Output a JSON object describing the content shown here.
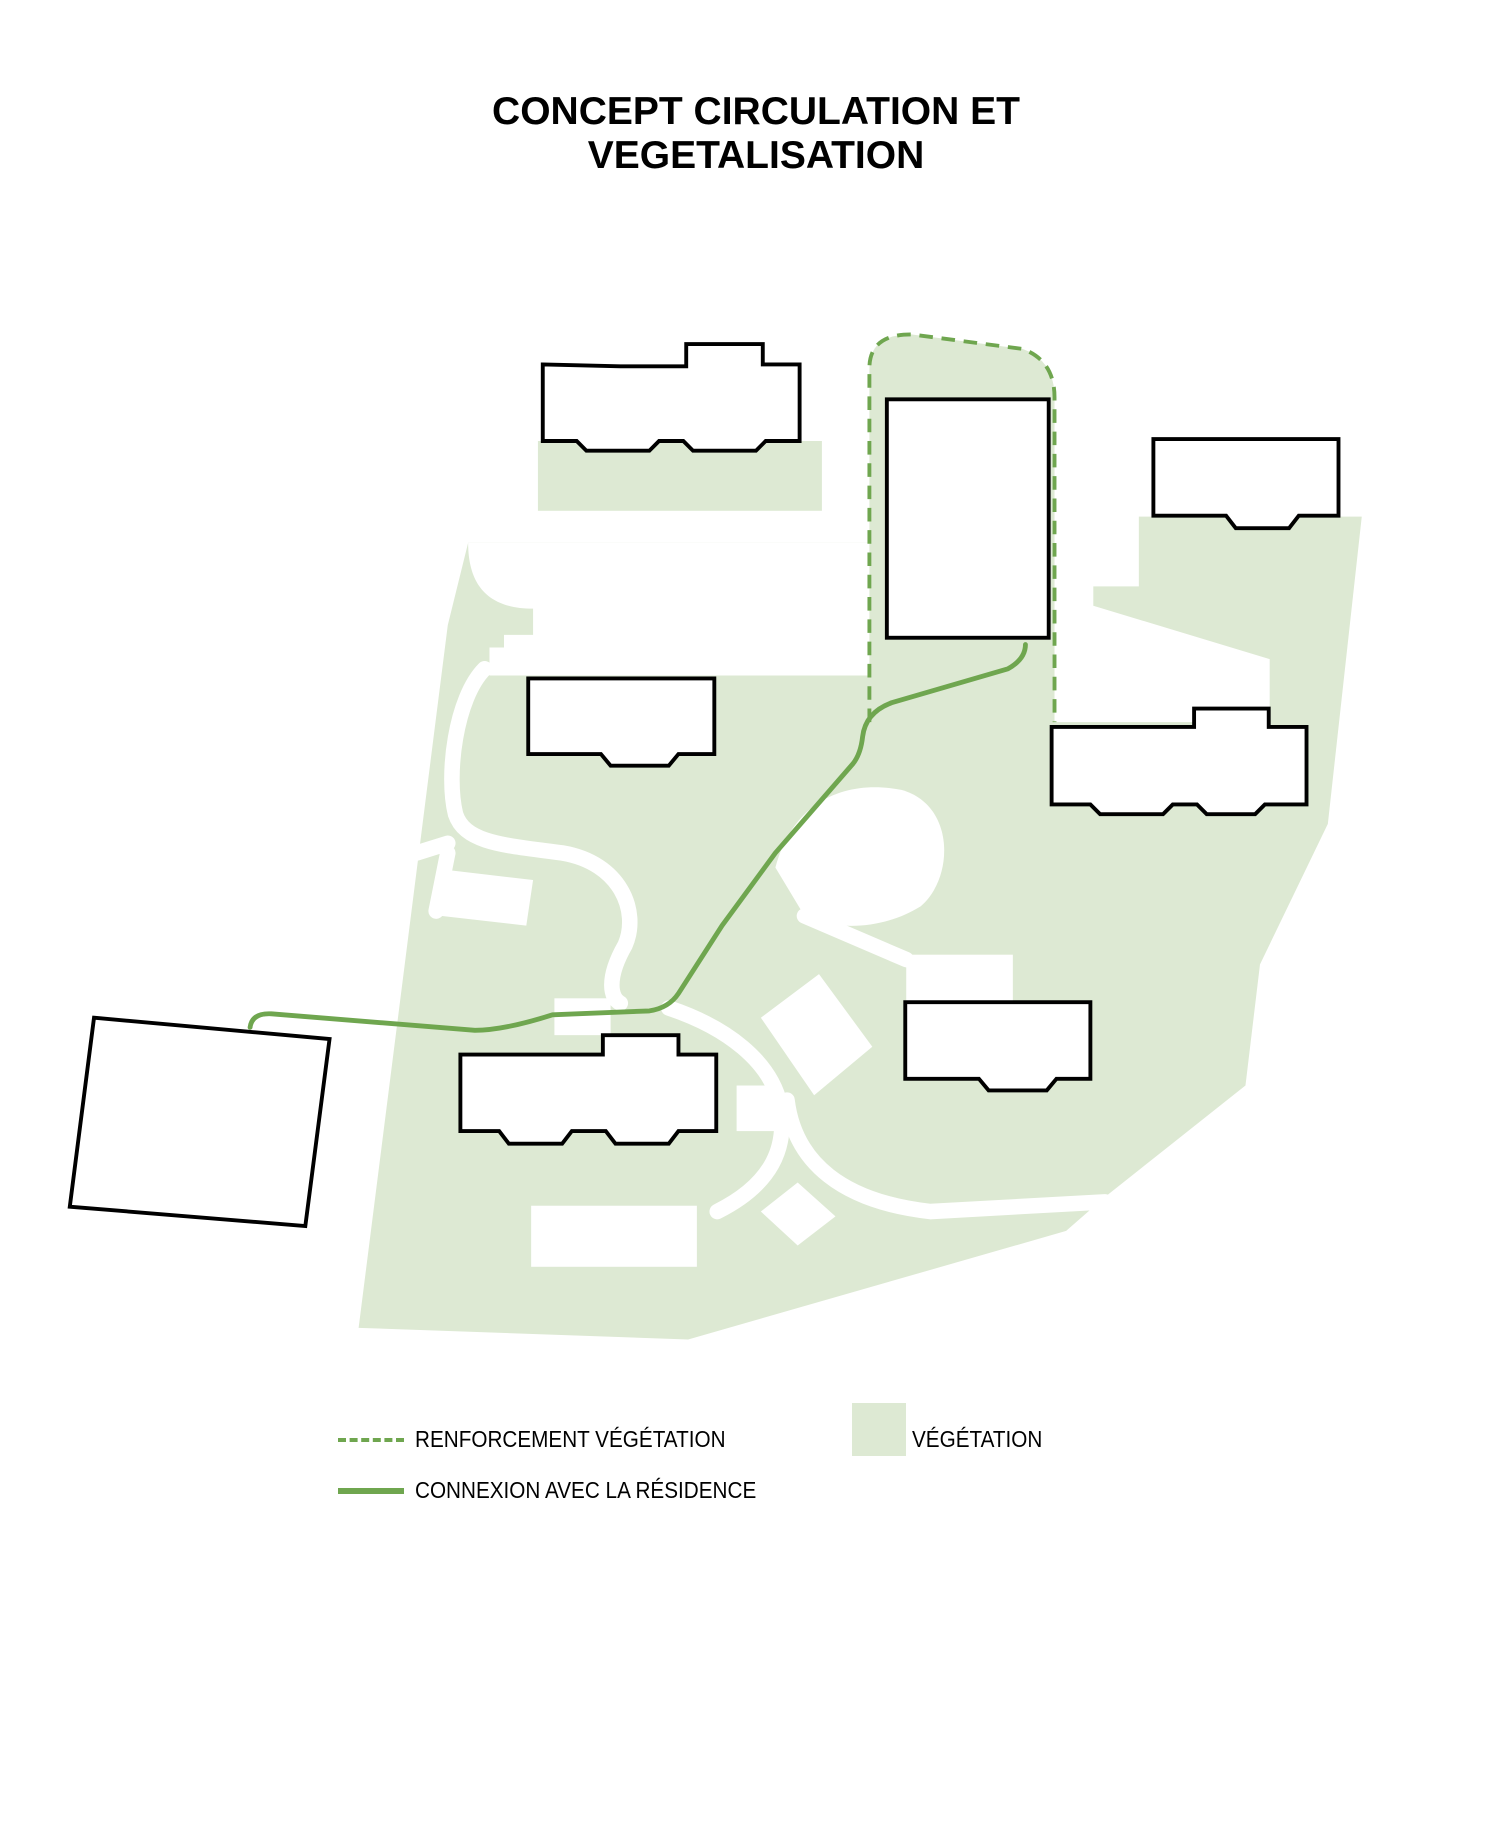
{
  "title": {
    "line1": "CONCEPT CIRCULATION ET",
    "line2": "VEGETALISATION"
  },
  "legend": {
    "renforcement": "RENFORCEMENT VÉGÉTATION",
    "vegetation": "VÉGÉTATION",
    "connexion": "CONNEXION AVEC LA RÉSIDENCE"
  },
  "colors": {
    "vegetation": "#dde9d3",
    "path_green": "#6fa64f",
    "building_outline": "#000000"
  }
}
